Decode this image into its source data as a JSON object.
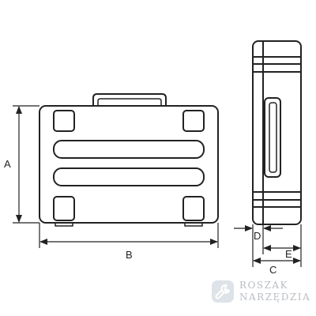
{
  "dimension_labels": {
    "height": "A",
    "width": "B",
    "depth_total": "C",
    "depth_lid": "D",
    "depth_body": "E"
  },
  "watermark": {
    "line1": "ROSZAK",
    "line2": "NARZĘDZIA",
    "icon": "wrench-icon",
    "color": "#b9bec4"
  },
  "colors": {
    "stroke": "#222222",
    "background": "#ffffff"
  }
}
